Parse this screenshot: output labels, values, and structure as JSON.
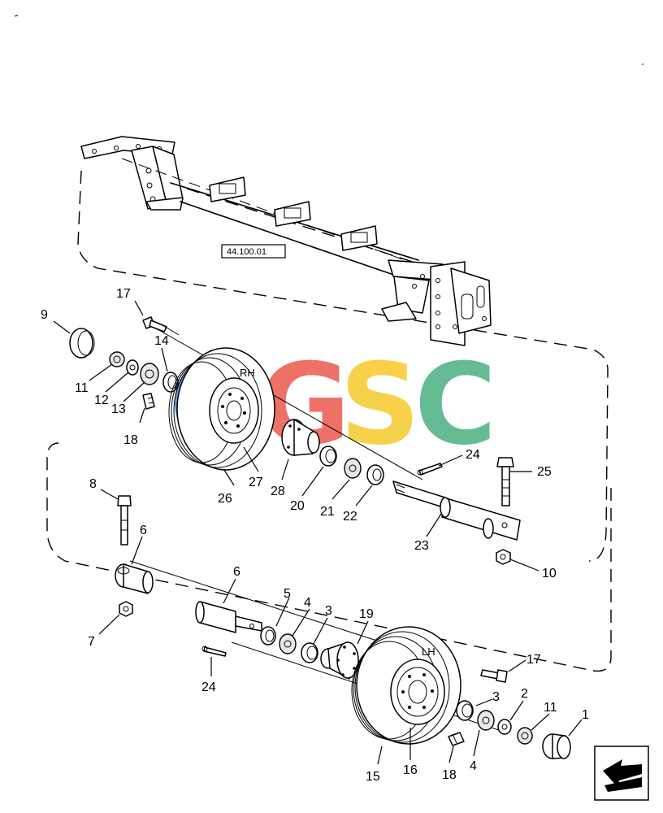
{
  "reference_box": "44.100.01",
  "tire_labels": {
    "right": "RH",
    "left": "LH"
  },
  "watermark": {
    "letters": [
      "C",
      "G",
      "S",
      "C"
    ],
    "colors": [
      "#3b78e0",
      "#e84a3c",
      "#f5c518",
      "#3aa876"
    ]
  },
  "callouts": [
    "9",
    "17",
    "14",
    "11",
    "12",
    "13",
    "18",
    "26",
    "27",
    "28",
    "20",
    "21",
    "22",
    "24",
    "25",
    "23",
    "10",
    "8",
    "6",
    "6",
    "7",
    "5",
    "4",
    "3",
    "19",
    "24",
    "17",
    "3",
    "2",
    "11",
    "1",
    "15",
    "16",
    "18",
    "4"
  ],
  "nav_icon": "arrow-icon"
}
